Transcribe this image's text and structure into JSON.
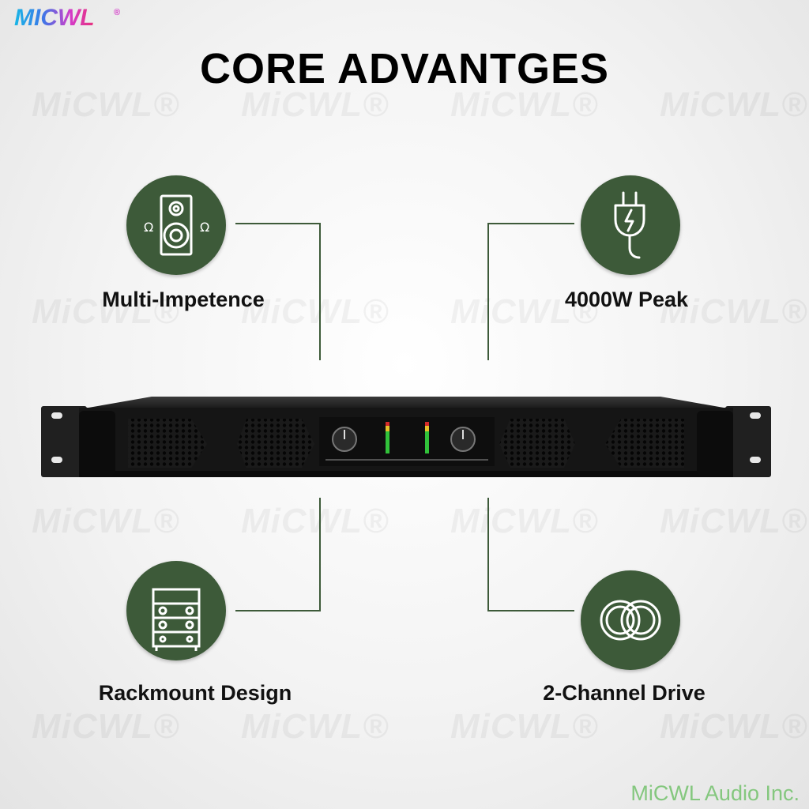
{
  "brand": {
    "logo_text": "MICWL",
    "logo_mark": "®",
    "watermark_text": "MiCWL®"
  },
  "page": {
    "title": "CORE ADVANTGES"
  },
  "features": [
    {
      "label": "Multi-Impetence",
      "icon": "speaker-icon"
    },
    {
      "label": "4000W Peak",
      "icon": "power-plug-icon"
    },
    {
      "label": "Rackmount Design",
      "icon": "rack-cabinet-icon"
    },
    {
      "label": "2-Channel Drive",
      "icon": "interlocked-rings-icon"
    }
  ],
  "product": {
    "name": "rack power amplifier"
  },
  "footer": {
    "text": "MiCWL Audio Inc."
  },
  "colors": {
    "accent": "#3d5a39",
    "footer": "#84c77e",
    "title": "#000000"
  }
}
